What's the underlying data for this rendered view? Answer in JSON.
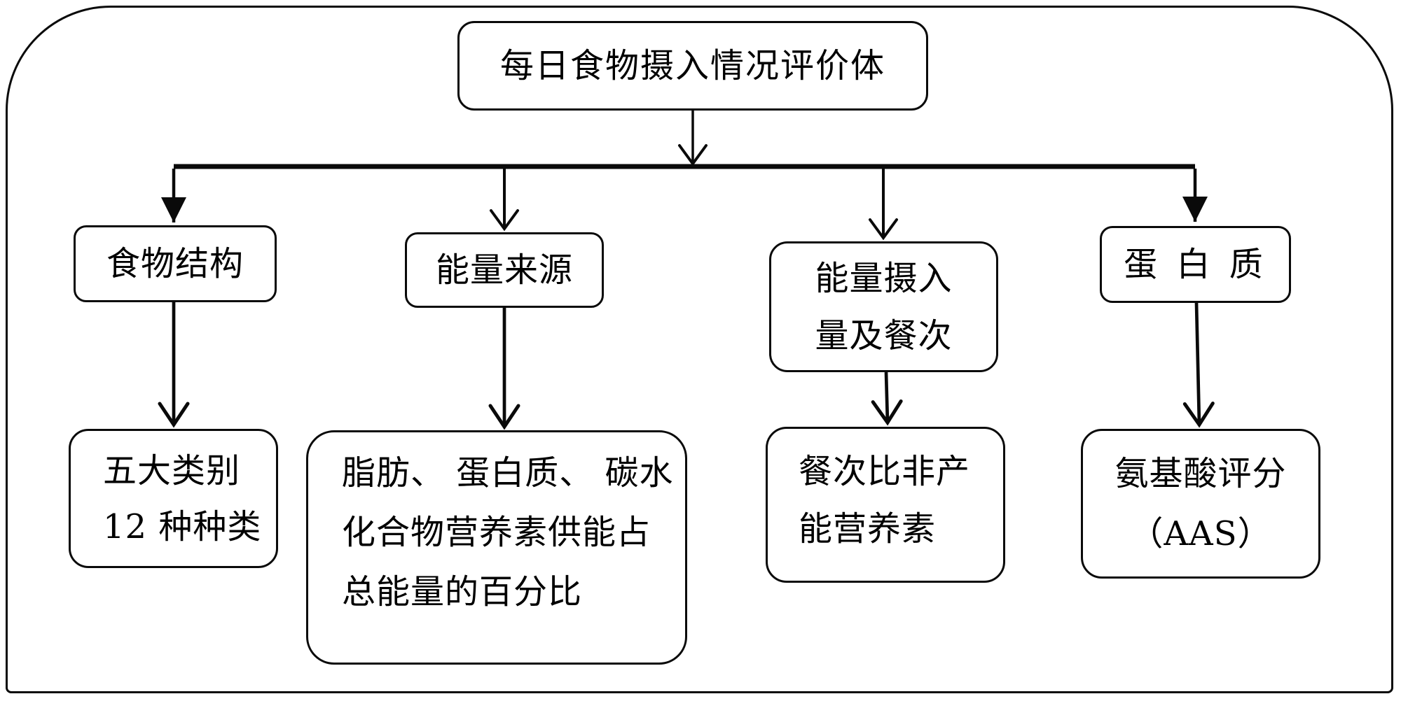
{
  "colors": {
    "ink": "#000000",
    "background": "#ffffff"
  },
  "diagram": {
    "root": {
      "label": "每日食物摄入情况评价体"
    },
    "branches": [
      {
        "label": "食物结构"
      },
      {
        "label": "能量来源"
      },
      {
        "lines": [
          "能量摄入",
          "量及餐次"
        ]
      },
      {
        "label": "蛋 白 质"
      }
    ],
    "leaves": [
      {
        "lines": [
          "五大类别",
          "12 种种类"
        ]
      },
      {
        "lines": [
          "脂肪、 蛋白质、 碳水",
          "化合物营养素供能占",
          "总能量的百分比"
        ]
      },
      {
        "lines": [
          "餐次比非产",
          "能营养素"
        ]
      },
      {
        "lines": [
          "氨基酸评分",
          "（AAS）"
        ]
      }
    ]
  }
}
